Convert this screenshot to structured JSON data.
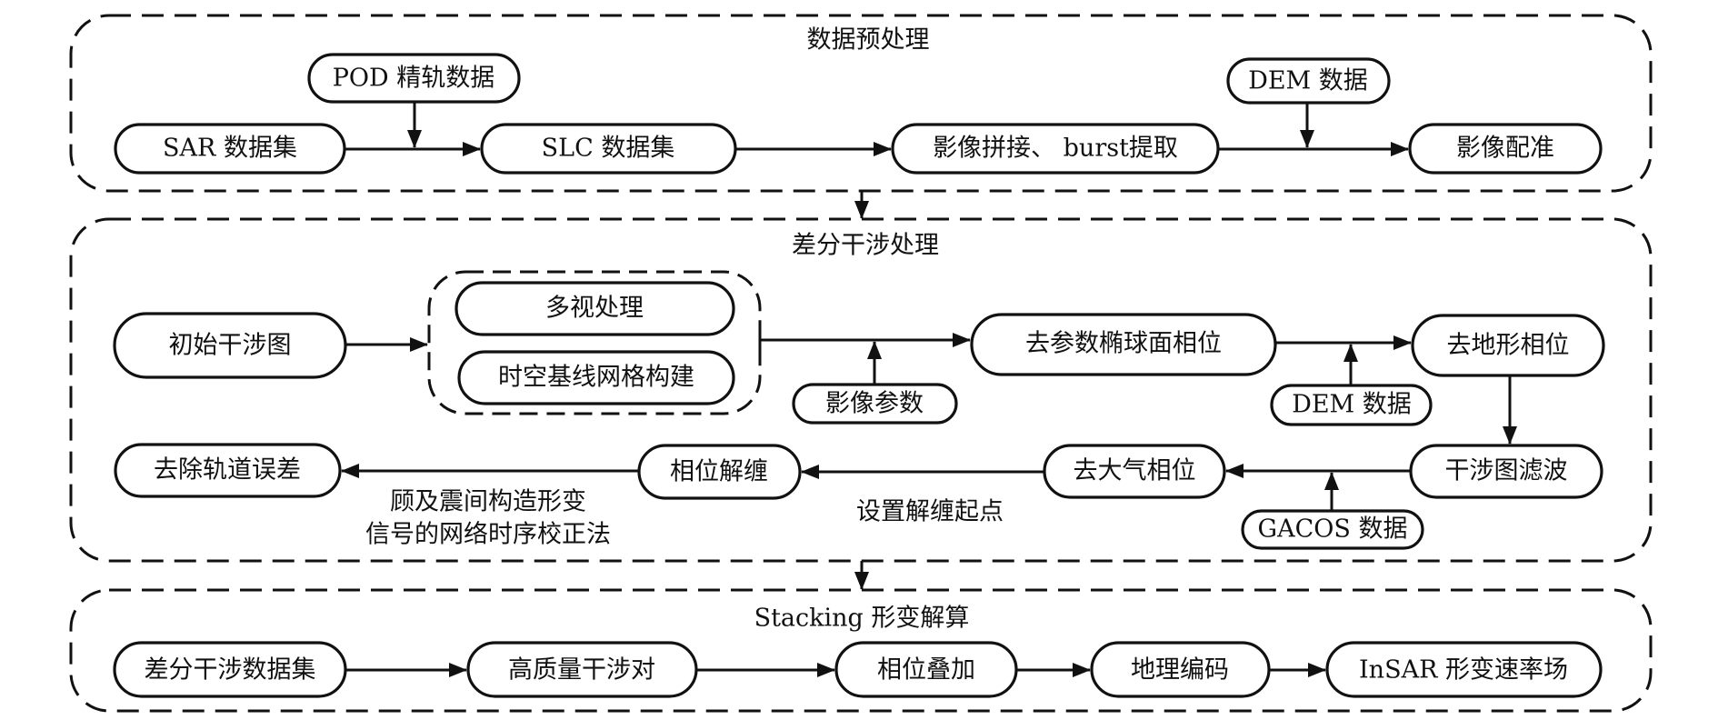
{
  "diagram": {
    "type": "flowchart",
    "sections": [
      {
        "id": "preprocess",
        "title": "数据预处理",
        "nodes": {
          "sar": "SAR 数据集",
          "pod": "POD 精轨数据",
          "slc": "SLC 数据集",
          "mosaic": "影像拼接、 burst提取",
          "dem_top": "DEM 数据",
          "coreg": "影像配准"
        }
      },
      {
        "id": "dinsar",
        "title": "差分干涉处理",
        "nodes": {
          "initial_ifg": "初始干涉图",
          "multilook": "多视处理",
          "baseline_net": "时空基线网格构建",
          "img_params": "影像参数",
          "flat_earth": "去参数椭球面相位",
          "dem_mid": "DEM 数据",
          "topo": "去地形相位",
          "filter": "干涉图滤波",
          "gacos": "GACOS 数据",
          "atmo": "去大气相位",
          "unwrap": "相位解缠",
          "orbit": "去除轨道误差"
        },
        "edge_labels": {
          "unwrap_start": "设置解缠起点",
          "network_line1": "顾及震间构造形变",
          "network_line2": "信号的网络时序校正法"
        }
      },
      {
        "id": "stacking",
        "title": "Stacking 形变解算",
        "nodes": {
          "diff_set": "差分干涉数据集",
          "hq_pairs": "高质量干涉对",
          "phase_stack": "相位叠加",
          "geocode": "地理编码",
          "velocity": "InSAR 形变速率场"
        }
      }
    ],
    "edges": [
      [
        "SAR 数据集",
        "SLC 数据集"
      ],
      [
        "POD 精轨数据",
        "SAR→SLC edge"
      ],
      [
        "SLC 数据集",
        "影像拼接、 burst提取"
      ],
      [
        "影像拼接、 burst提取",
        "影像配准"
      ],
      [
        "DEM 数据",
        "拼接→配准 edge"
      ],
      [
        "数据预处理",
        "差分干涉处理"
      ],
      [
        "初始干涉图",
        "多视处理 / 时空基线网格构建"
      ],
      [
        "多视处理 / 时空基线网格构建",
        "去参数椭球面相位"
      ],
      [
        "影像参数",
        "多视→去参数 edge"
      ],
      [
        "去参数椭球面相位",
        "去地形相位"
      ],
      [
        "DEM 数据",
        "去参数→去地形 edge"
      ],
      [
        "去地形相位",
        "干涉图滤波"
      ],
      [
        "干涉图滤波",
        "去大气相位"
      ],
      [
        "GACOS 数据",
        "滤波→去大气 edge"
      ],
      [
        "去大气相位",
        "相位解缠"
      ],
      [
        "相位解缠",
        "去除轨道误差"
      ],
      [
        "差分干涉处理",
        "Stacking 形变解算"
      ],
      [
        "差分干涉数据集",
        "高质量干涉对"
      ],
      [
        "高质量干涉对",
        "相位叠加"
      ],
      [
        "相位叠加",
        "地理编码"
      ],
      [
        "地理编码",
        "InSAR 形变速率场"
      ]
    ]
  }
}
